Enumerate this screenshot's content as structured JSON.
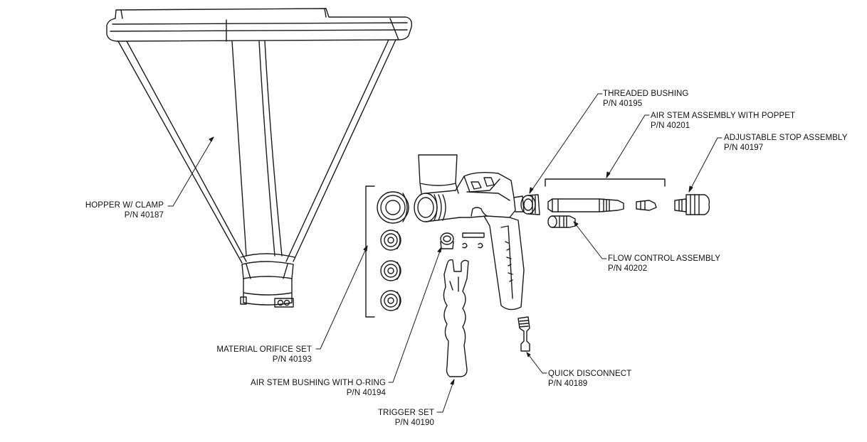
{
  "callouts": {
    "hopper": {
      "name": "HOPPER W/ CLAMP",
      "pn": "P/N 40187"
    },
    "orifice": {
      "name": "MATERIAL ORIFICE SET",
      "pn": "P/N 40193"
    },
    "air_stem_bushing": {
      "name": "AIR STEM BUSHING WITH O-RING",
      "pn": "P/N 40194"
    },
    "trigger": {
      "name": "TRIGGER SET",
      "pn": "P/N 40190"
    },
    "threaded_bushing": {
      "name": "THREADED BUSHING",
      "pn": "P/N 40195"
    },
    "air_stem_assembly": {
      "name": "AIR STEM ASSEMBLY WITH POPPET",
      "pn": "P/N 40201"
    },
    "adjustable_stop": {
      "name": "ADJUSTABLE STOP ASSEMBLY",
      "pn": "P/N 40197"
    },
    "flow_control": {
      "name": "FLOW CONTROL ASSEMBLY",
      "pn": "P/N 40202"
    },
    "quick_disconnect": {
      "name": "QUICK DISCONNECT",
      "pn": "P/N 40189"
    }
  }
}
